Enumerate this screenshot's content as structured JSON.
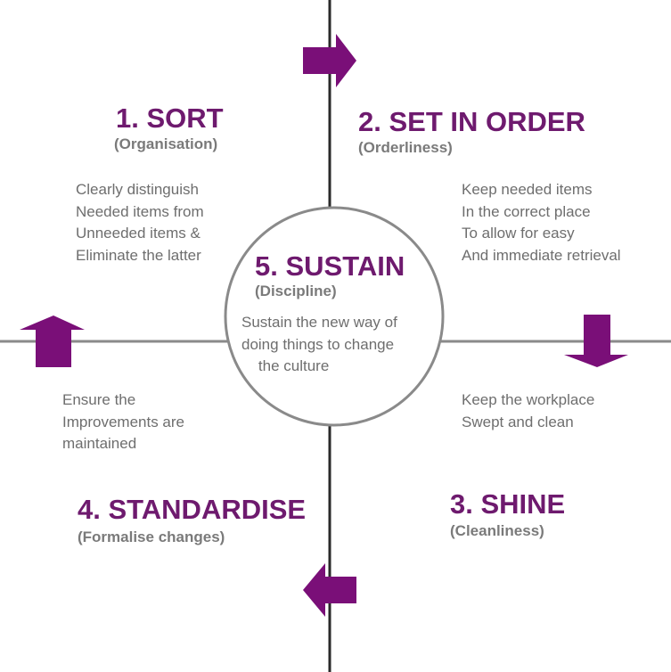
{
  "colors": {
    "accent": "#6e1a6e",
    "arrow": "#7a0f78",
    "line": "#2a2a2a",
    "hline": "#8a8a8a",
    "circle": "#8a8a8a",
    "subtitle": "#7a7a7a",
    "text": "#6e6e6e"
  },
  "sort": {
    "title": "1. SORT",
    "subtitle": "(Organisation)",
    "description": "Clearly distinguish\nNeeded items from\nUnneeded items &\nEliminate the latter"
  },
  "set_in_order": {
    "title": "2. SET IN ORDER",
    "subtitle": "(Orderliness)",
    "description": "Keep needed items\nIn the correct place\nTo allow for easy\nAnd immediate retrieval"
  },
  "shine": {
    "title": "3. SHINE",
    "subtitle": "(Cleanliness)",
    "description": "Keep the workplace\nSwept and clean"
  },
  "standardise": {
    "title": "4. STANDARDISE",
    "subtitle": "(Formalise changes)",
    "description": "Ensure the\nImprovements are\nmaintained"
  },
  "sustain": {
    "title": "5. SUSTAIN",
    "subtitle": "(Discipline)",
    "description": "Sustain the new way of\ndoing things to change\n    the culture"
  },
  "arrows": [
    {
      "name": "right-arrow-icon",
      "direction": "right"
    },
    {
      "name": "down-arrow-icon",
      "direction": "down"
    },
    {
      "name": "left-arrow-icon",
      "direction": "left"
    },
    {
      "name": "up-arrow-icon",
      "direction": "up"
    }
  ]
}
